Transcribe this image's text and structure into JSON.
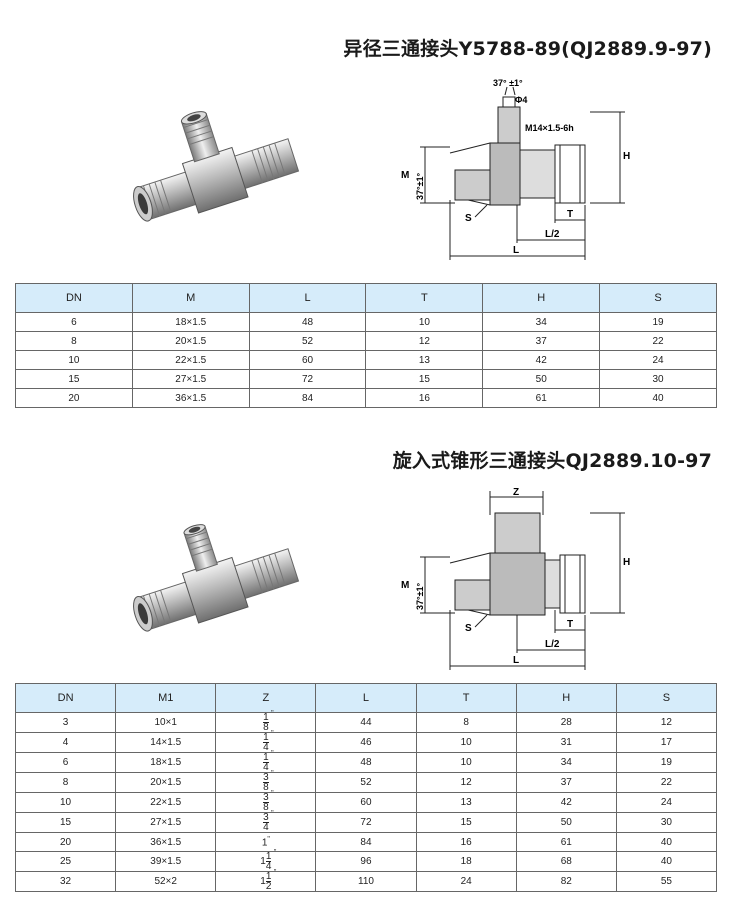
{
  "section1": {
    "title": "异径三通接头Y5788-89(QJ2889.9-97)",
    "diagram_labels": {
      "angle": "37° ±1°",
      "phi": "Φ4",
      "thread": "M14×1.5-6h",
      "M": "M",
      "angle_side": "37°±1°",
      "H": "H",
      "S": "S",
      "T": "T",
      "L2": "L/2",
      "L": "L"
    },
    "table": {
      "headers": [
        "DN",
        "M",
        "L",
        "T",
        "H",
        "S"
      ],
      "rows": [
        [
          "6",
          "18×1.5",
          "48",
          "10",
          "34",
          "19"
        ],
        [
          "8",
          "20×1.5",
          "52",
          "12",
          "37",
          "22"
        ],
        [
          "10",
          "22×1.5",
          "60",
          "13",
          "42",
          "24"
        ],
        [
          "15",
          "27×1.5",
          "72",
          "15",
          "50",
          "30"
        ],
        [
          "20",
          "36×1.5",
          "84",
          "16",
          "61",
          "40"
        ]
      ]
    }
  },
  "section2": {
    "title": "旋入式锥形三通接头QJ2889.10-97",
    "diagram_labels": {
      "Z": "Z",
      "M": "M",
      "angle_side": "37°±1°",
      "H": "H",
      "S": "S",
      "T": "T",
      "L2": "L/2",
      "L": "L"
    },
    "table": {
      "headers": [
        "DN",
        "M1",
        "Z",
        "L",
        "T",
        "H",
        "S"
      ],
      "rows": [
        {
          "dn": "3",
          "m1": "10×1",
          "z_whole": "",
          "z_num": "1",
          "z_den": "8",
          "z_mark": "\"",
          "l": "44",
          "t": "8",
          "h": "28",
          "s": "12"
        },
        {
          "dn": "4",
          "m1": "14×1.5",
          "z_whole": "",
          "z_num": "1",
          "z_den": "4",
          "z_mark": "\"",
          "l": "46",
          "t": "10",
          "h": "31",
          "s": "17"
        },
        {
          "dn": "6",
          "m1": "18×1.5",
          "z_whole": "",
          "z_num": "1",
          "z_den": "4",
          "z_mark": "\"",
          "l": "48",
          "t": "10",
          "h": "34",
          "s": "19"
        },
        {
          "dn": "8",
          "m1": "20×1.5",
          "z_whole": "",
          "z_num": "3",
          "z_den": "8",
          "z_mark": "\"",
          "l": "52",
          "t": "12",
          "h": "37",
          "s": "22"
        },
        {
          "dn": "10",
          "m1": "22×1.5",
          "z_whole": "",
          "z_num": "3",
          "z_den": "8",
          "z_mark": "\"",
          "l": "60",
          "t": "13",
          "h": "42",
          "s": "24"
        },
        {
          "dn": "15",
          "m1": "27×1.5",
          "z_whole": "",
          "z_num": "3",
          "z_den": "4",
          "z_mark": "\"",
          "l": "72",
          "t": "15",
          "h": "50",
          "s": "30"
        },
        {
          "dn": "20",
          "m1": "36×1.5",
          "z_whole": "1",
          "z_num": "",
          "z_den": "",
          "z_mark": "\"",
          "l": "84",
          "t": "16",
          "h": "61",
          "s": "40"
        },
        {
          "dn": "25",
          "m1": "39×1.5",
          "z_whole": "1",
          "z_num": "1",
          "z_den": "4",
          "z_mark": "\"",
          "l": "96",
          "t": "18",
          "h": "68",
          "s": "40"
        },
        {
          "dn": "32",
          "m1": "52×2",
          "z_whole": "1",
          "z_num": "1",
          "z_den": "2",
          "z_mark": "\"",
          "l": "110",
          "t": "24",
          "h": "82",
          "s": "55"
        }
      ]
    }
  }
}
